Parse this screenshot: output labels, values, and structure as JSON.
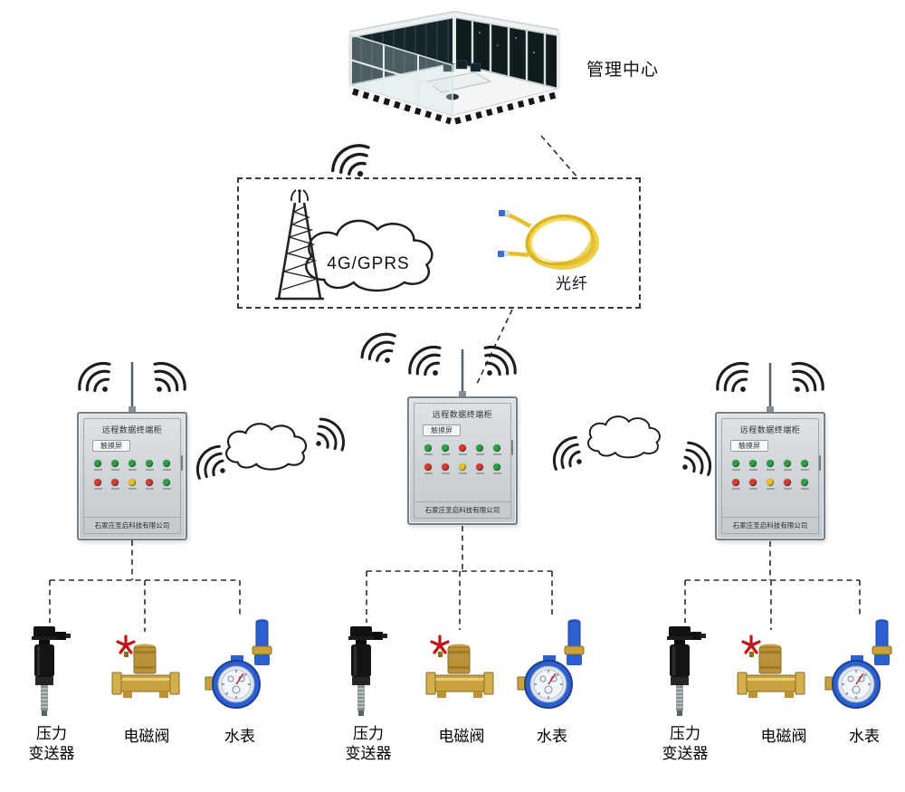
{
  "management_center": {
    "label": "管理中心"
  },
  "network": {
    "cellular": "4G/GPRS",
    "fiber": "光纤"
  },
  "cabinets": [
    {
      "title": "远程数据终端柜",
      "touchscreen": "触摸屏",
      "company": "石家庄圣启科技有限公司"
    },
    {
      "title": "远程数据终端柜",
      "touchscreen": "触摸屏",
      "company": "石家庄圣启科技有限公司"
    },
    {
      "title": "远程数据终端柜",
      "touchscreen": "触摸屏",
      "company": "石家庄圣启科技有限公司"
    }
  ],
  "device_groups": [
    {
      "pressure_line1": "压力",
      "pressure_line2": "变送器",
      "valve": "电磁阀",
      "meter": "水表"
    },
    {
      "pressure_line1": "压力",
      "pressure_line2": "变送器",
      "valve": "电磁阀",
      "meter": "水表"
    },
    {
      "pressure_line1": "压力",
      "pressure_line2": "变送器",
      "valve": "电磁阀",
      "meter": "水表"
    }
  ],
  "colors": {
    "led_green": "#2f9e44",
    "led_red": "#d43a2f",
    "led_yellow": "#e6c01e",
    "fiber_yellow": "#e4bf2e",
    "meter_blue": "#2e5fd0",
    "valve_brass": "#c9a23f",
    "line_dark": "#2b2b2b"
  }
}
